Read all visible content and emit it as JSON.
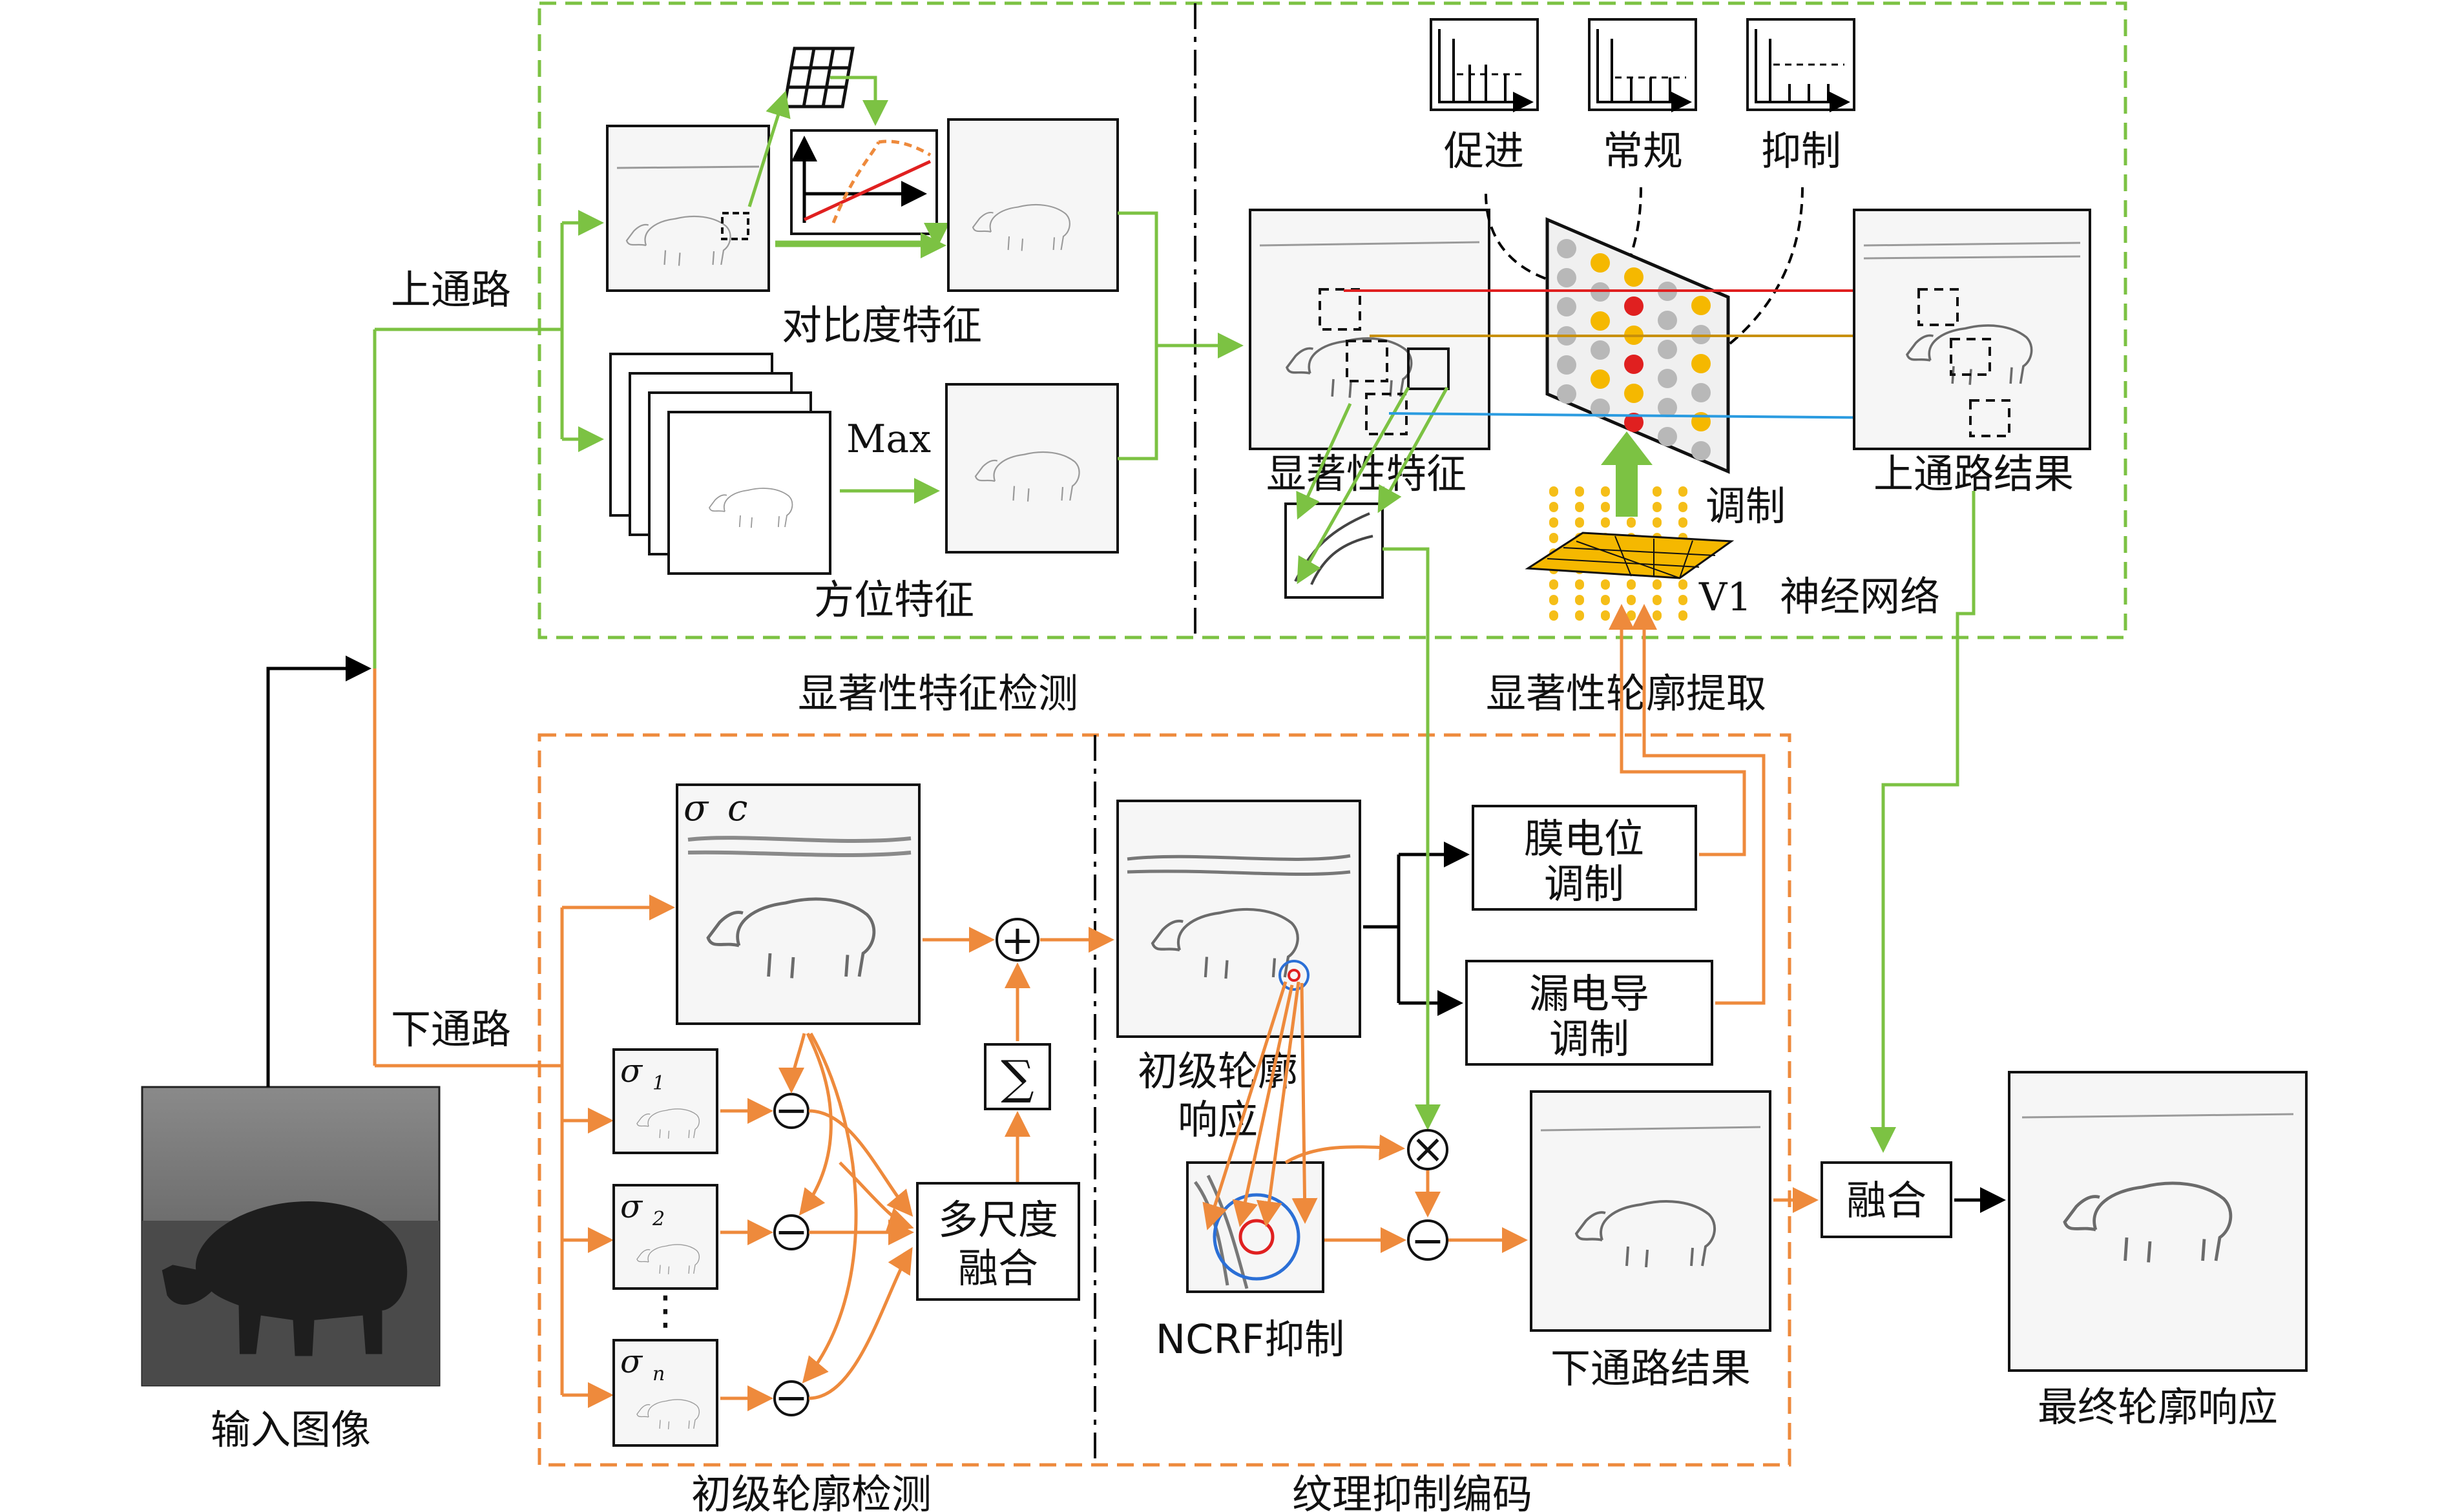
{
  "labels": {
    "upper_path": "上通路",
    "lower_path": "下通路",
    "contrast_feature": "对比度特征",
    "orientation_feature": "方位特征",
    "max": "Max",
    "saliency_feature": "显著性特征",
    "promote": "促进",
    "normal": "常规",
    "inhibit": "抑制",
    "modulate": "调制",
    "v1": "V1",
    "neural_network": "神经网络",
    "upper_result": "上通路结果",
    "saliency_detection": "显著性特征检测",
    "saliency_extraction": "显著性轮廓提取",
    "sigma": "σ",
    "sigma_c_sub": "c",
    "sigma_1_sub": "1",
    "sigma_2_sub": "2",
    "sigma_n_sub": "n",
    "ellipsis": "⋮",
    "sum_symbol": "∑",
    "multiscale_fusion_l1": "多尺度",
    "multiscale_fusion_l2": "融合",
    "primary_response_l1": "初级轮廓",
    "primary_response_l2": "响应",
    "membrane_l1": "膜电位",
    "membrane_l2": "调制",
    "leak_l1": "漏电导",
    "leak_l2": "调制",
    "ncrf": "NCRF抑制",
    "lower_result": "下通路结果",
    "fusion": "融合",
    "final_response": "最终轮廓响应",
    "input_image": "输入图像",
    "primary_detection": "初级轮廓检测",
    "texture_coding": "纹理抑制编码",
    "plus_op": "+",
    "minus_op": "−",
    "times_op": "×"
  },
  "colors": {
    "upper_path_arrows": "#7cc243",
    "lower_path_arrows": "#ee8a3c",
    "main_arrows": "#000000",
    "promote_arrow": "#e02020",
    "normal_arrow": "#c8900a",
    "inhibit_arrow": "#2a9be0",
    "v1_grid": "#f5b800",
    "ncrf_circle": "#2b6fd6"
  }
}
